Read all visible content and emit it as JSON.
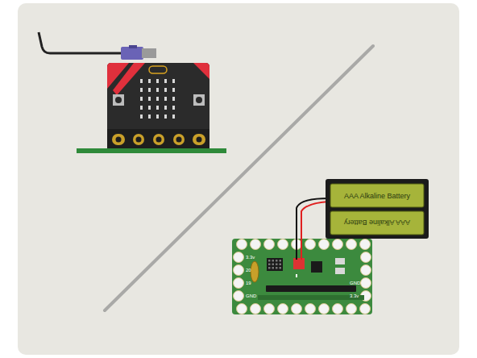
{
  "diagram": {
    "nodes": [
      {
        "text": [
          "AAA Alkaline Battery"
        ]
      },
      {
        "text": [
          "AAA Alkaline Battery"
        ]
      }
    ],
    "labels": [
      "3.3v",
      "20",
      "19",
      "GND",
      "GND",
      "3.3v"
    ]
  }
}
